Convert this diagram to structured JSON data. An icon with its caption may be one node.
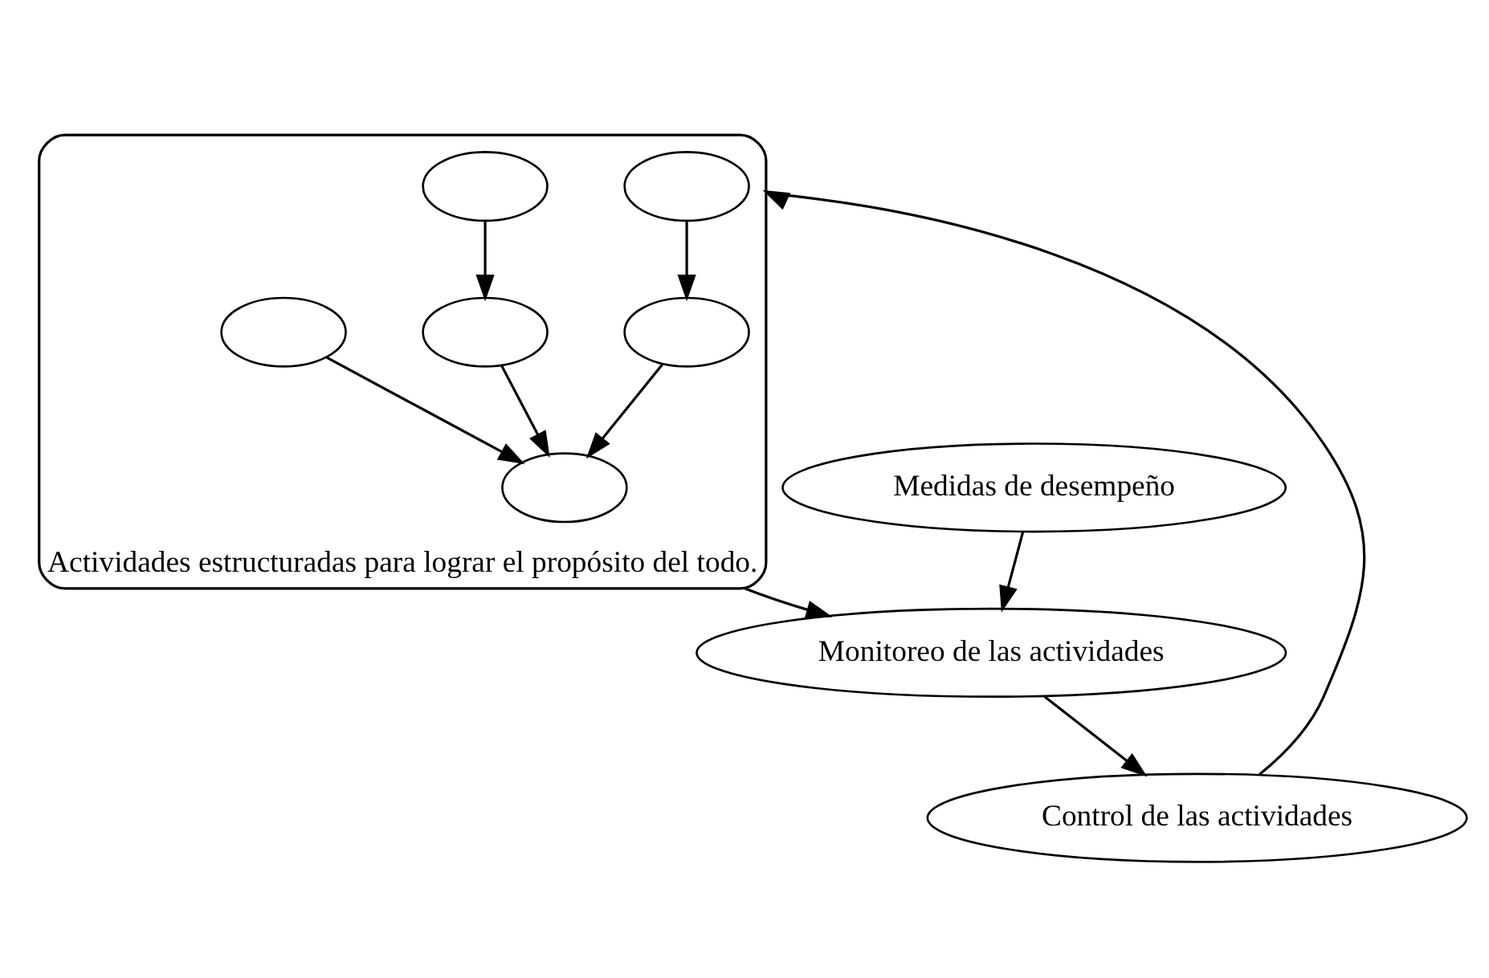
{
  "diagram": {
    "nodes": [
      {
        "text": [
          "Actividades estructuradas para lograr el propósito del todo."
        ]
      },
      {
        "text": [],
        "shape": "ellipse",
        "in": 0
      },
      {
        "text": [],
        "shape": "ellipse",
        "in": 0
      },
      {
        "text": [],
        "shape": "ellipse",
        "in": 0
      },
      {
        "text": [],
        "shape": "ellipse",
        "in": 0
      },
      {
        "text": [],
        "shape": "ellipse",
        "in": 0
      },
      {
        "text": [],
        "shape": "ellipse",
        "in": 0
      },
      {
        "text": [
          "Control de las actividades"
        ]
      },
      {
        "text": [
          "Monitoreo de las actividades"
        ]
      },
      {
        "text": [
          "Medidas de desempeño"
        ]
      }
    ],
    "edges": [
      {
        "from": 1,
        "to": 3,
        "arrow": "to"
      },
      {
        "from": 2,
        "to": 4,
        "arrow": "to"
      },
      {
        "from": 3,
        "to": 6,
        "arrow": "to"
      },
      {
        "from": 4,
        "to": 6,
        "arrow": "to"
      },
      {
        "from": 5,
        "to": 6,
        "arrow": "to"
      },
      {
        "from": 0,
        "to": 8,
        "arrow": "to"
      },
      {
        "from": 8,
        "to": 7,
        "arrow": "to"
      },
      {
        "from": 7,
        "to": 0,
        "arrow": "to"
      },
      {
        "from": 9,
        "to": 8,
        "arrow": "to"
      }
    ]
  }
}
